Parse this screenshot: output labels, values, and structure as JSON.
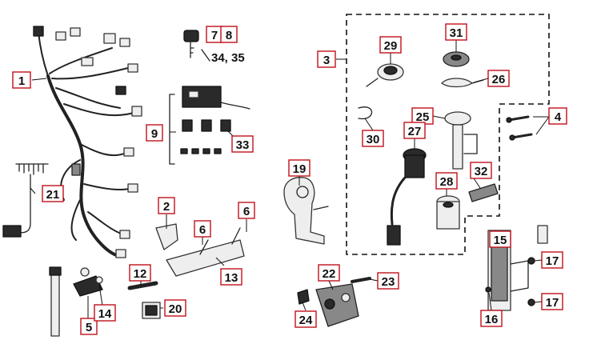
{
  "diagram": {
    "callouts": [
      {
        "id": "1",
        "label": "1"
      },
      {
        "id": "2",
        "label": "2"
      },
      {
        "id": "3",
        "label": "3"
      },
      {
        "id": "4",
        "label": "4"
      },
      {
        "id": "5",
        "label": "5"
      },
      {
        "id": "6a",
        "label": "6"
      },
      {
        "id": "6b",
        "label": "6"
      },
      {
        "id": "7",
        "label": "7"
      },
      {
        "id": "8",
        "label": "8"
      },
      {
        "id": "9",
        "label": "9"
      },
      {
        "id": "12",
        "label": "12"
      },
      {
        "id": "13",
        "label": "13"
      },
      {
        "id": "14",
        "label": "14"
      },
      {
        "id": "15",
        "label": "15"
      },
      {
        "id": "16",
        "label": "16"
      },
      {
        "id": "17a",
        "label": "17"
      },
      {
        "id": "17b",
        "label": "17"
      },
      {
        "id": "19",
        "label": "19"
      },
      {
        "id": "20",
        "label": "20"
      },
      {
        "id": "21",
        "label": "21"
      },
      {
        "id": "22",
        "label": "22"
      },
      {
        "id": "23",
        "label": "23"
      },
      {
        "id": "24",
        "label": "24"
      },
      {
        "id": "25",
        "label": "25"
      },
      {
        "id": "26",
        "label": "26"
      },
      {
        "id": "27",
        "label": "27"
      },
      {
        "id": "28",
        "label": "28"
      },
      {
        "id": "29",
        "label": "29"
      },
      {
        "id": "30",
        "label": "30"
      },
      {
        "id": "31",
        "label": "31"
      },
      {
        "id": "32",
        "label": "32"
      },
      {
        "id": "33",
        "label": "33"
      }
    ],
    "plain_labels": [
      {
        "id": "34-35",
        "label": "34, 35"
      }
    ],
    "colors": {
      "callout_border": "#c0101a",
      "line": "#111111",
      "background": "#ffffff"
    }
  }
}
